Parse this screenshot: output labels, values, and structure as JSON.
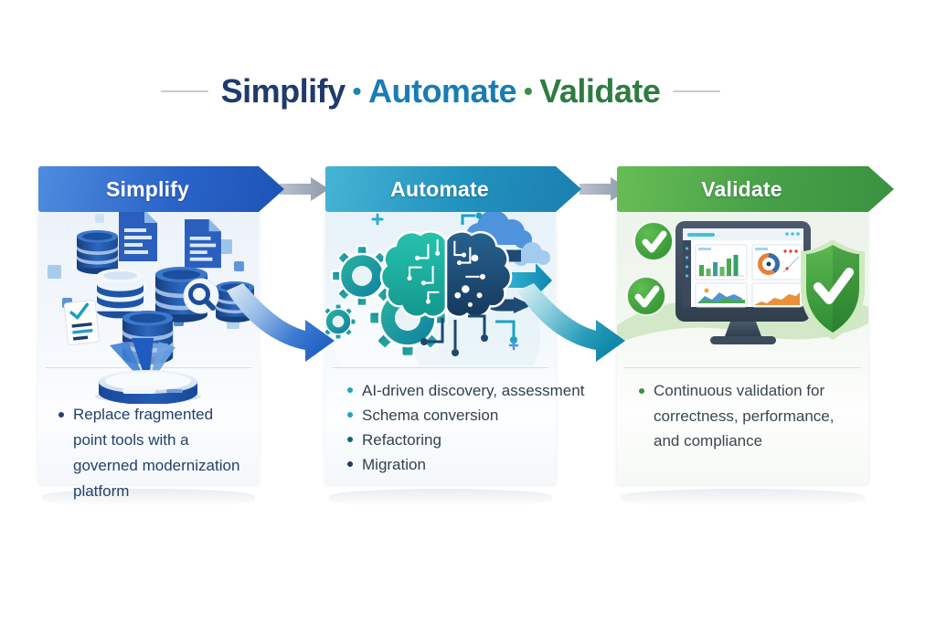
{
  "title": {
    "separator": "•",
    "parts": [
      {
        "text": "Simplify",
        "color": "#1f3a6b"
      },
      {
        "text": "Automate",
        "color": "#1a7cb5"
      },
      {
        "text": "Validate",
        "color": "#2e7c40"
      }
    ]
  },
  "cards": [
    {
      "header": "Simplify",
      "banner_gradient": [
        "#4e8cde",
        "#1d53b6"
      ],
      "illustration": "databases-documents-funnel-to-platform",
      "bullets": [
        "Replace fragmented point tools with a governed modernization platform"
      ],
      "text_color": "#24406b"
    },
    {
      "header": "Automate",
      "banner_gradient": [
        "#46b4d4",
        "#1b7fb0"
      ],
      "illustration": "gears-ai-brain-circuit-arrow",
      "bullets": [
        "AI-driven discovery, assessment",
        "Schema conversion",
        "Refactoring",
        "Migration"
      ],
      "bullet_dot_colors": [
        "#25a3bc",
        "#25a3bc",
        "#17607c",
        "#1d3a5f"
      ],
      "text_color": "#32424f"
    },
    {
      "header": "Validate",
      "banner_gradient": [
        "#67bd55",
        "#3a9141"
      ],
      "illustration": "dashboard-monitor-checkmarks-shield",
      "bullets": [
        "Continuous validation for correctness, performance, and compliance"
      ],
      "text_color": "#3a4750"
    }
  ]
}
